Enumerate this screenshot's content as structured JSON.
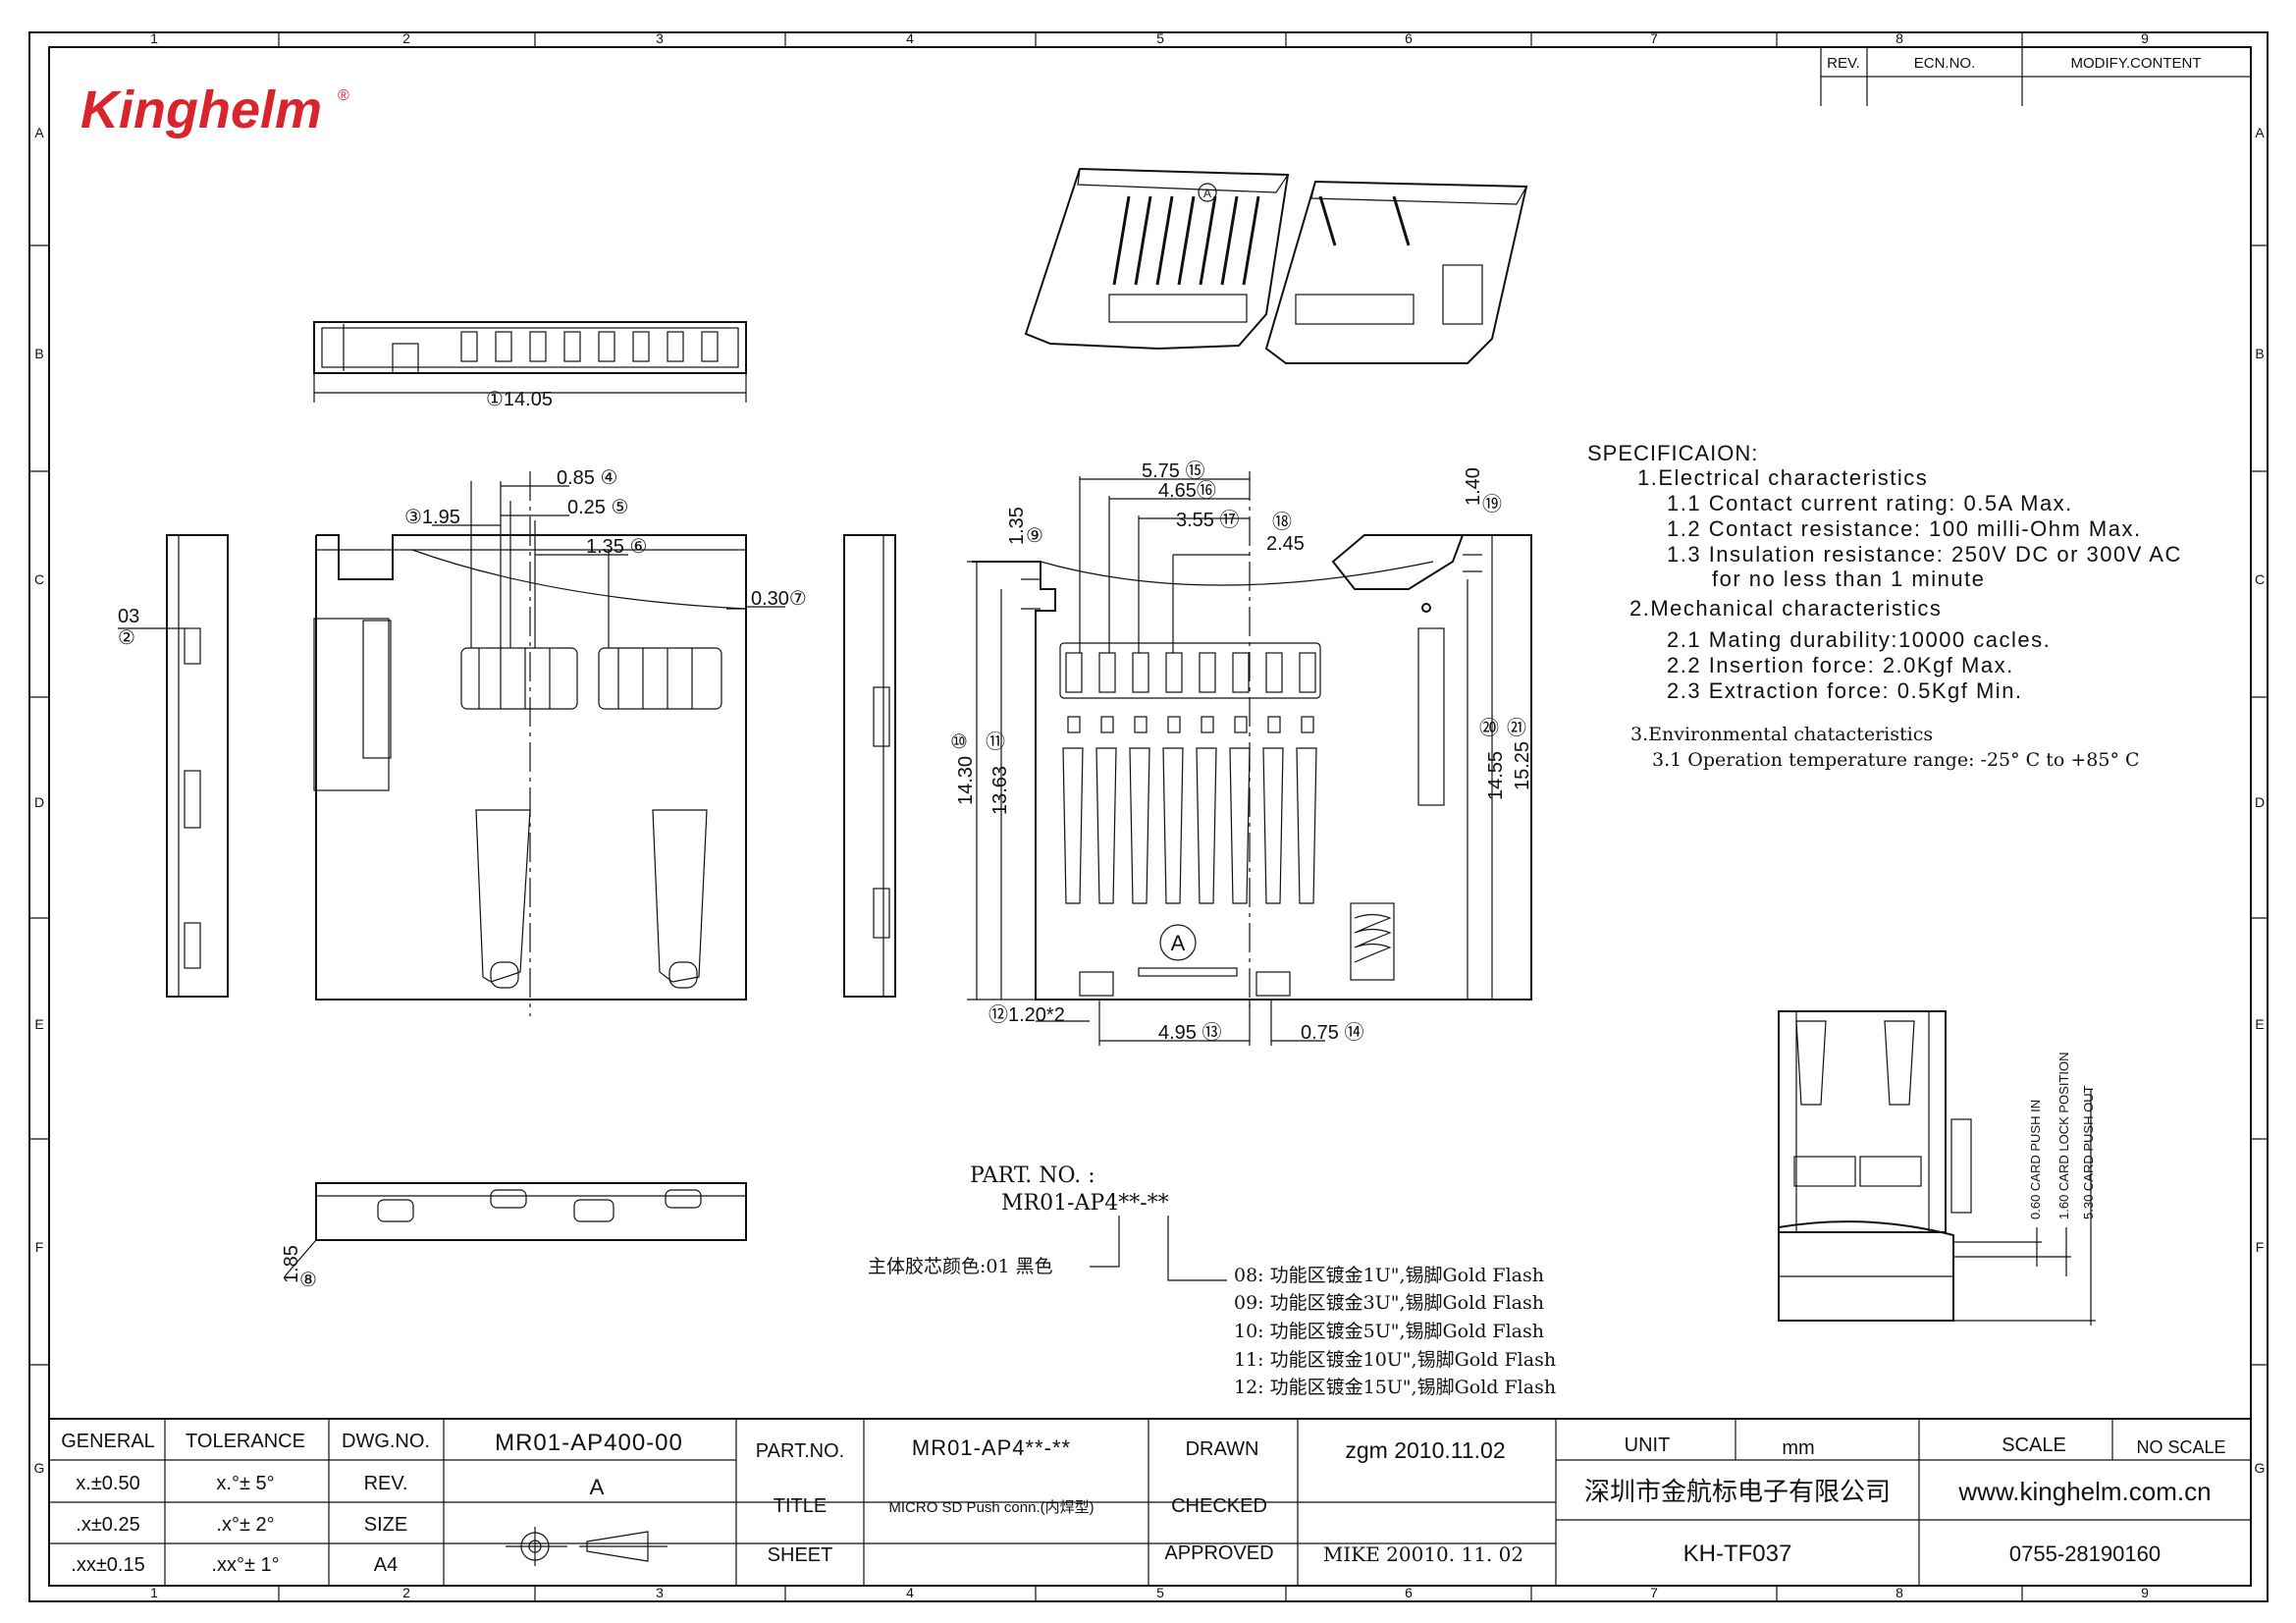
{
  "brand": {
    "logo_text": "Kinghelm",
    "logo_color": "#d9232d"
  },
  "frame": {
    "top_zones": [
      "1",
      "2",
      "3",
      "4",
      "5",
      "6",
      "7",
      "8",
      "9"
    ],
    "side_zones": [
      "A",
      "B",
      "C",
      "D",
      "E",
      "F",
      "G"
    ]
  },
  "revision_block": {
    "headers": [
      "REV.",
      "ECN.NO.",
      "MODIFY.CONTENT"
    ]
  },
  "dimensions": {
    "d1": "①14.05",
    "d2a": "03",
    "d2b": "②",
    "d3": "③1.95",
    "d4": "0.85 ④",
    "d5": "0.25 ⑤",
    "d6": "1.35 ⑥",
    "d7": "0.30⑦",
    "d8a": "1.85",
    "d8b": "⑧",
    "d9a": "1.35",
    "d9b": "⑨",
    "d10a": "14.30",
    "d10b": "⑩",
    "d11a": "13.63",
    "d11b": "⑪",
    "d12": "⑫1.20*2",
    "d13": "4.95 ⑬",
    "d14": "0.75 ⑭",
    "d15": "5.75 ⑮",
    "d16": "4.65⑯",
    "d17": "3.55 ⑰",
    "d18a": "⑱",
    "d18b": "2.45",
    "d19a": "1.40",
    "d19b": "⑲",
    "d20a": "14.55",
    "d20b": "⑳",
    "d21a": "15.25",
    "d21b": "㉑",
    "marker_a": "A",
    "marker_a2": "A"
  },
  "side_labels": [
    "0.60 CARD PUSH IN",
    "1.60 CARD LOCK POSITION",
    "5.30 CARD PUSH OUT"
  ],
  "spec": {
    "title": "SPECIFICAION:",
    "lines": [
      "1.Electrical characteristics",
      "1.1 Contact current rating: 0.5A Max.",
      "1.2 Contact resistance: 100 milli-Ohm Max.",
      "1.3 Insulation resistance: 250V DC or 300V AC",
      "for no less than 1 minute",
      "2.Mechanical characteristics",
      "2.1 Mating durability:10000 cacles.",
      "2.2 Insertion force: 2.0Kgf Max.",
      "2.3 Extraction force: 0.5Kgf Min."
    ],
    "env_title": "3.Environmental chatacteristics",
    "env_line": "3.1 Operation temperature range: -25° C to +85° C"
  },
  "part_no": {
    "label": "PART. NO. :",
    "code": "MR01-AP4**-**",
    "color_note": "主体胶芯颜色:01 黑色",
    "options": [
      "08: 功能区镀金1U\",锡脚Gold Flash",
      "09: 功能区镀金3U\",锡脚Gold Flash",
      "10: 功能区镀金5U\",锡脚Gold Flash",
      "11: 功能区镀金10U\",锡脚Gold Flash",
      "12: 功能区镀金15U\",锡脚Gold Flash"
    ]
  },
  "title_block": {
    "general": "GENERAL",
    "tolerance": "TOLERANCE",
    "tol_rows": [
      [
        "x.±0.50",
        "x.°± 5°"
      ],
      [
        ".x±0.25",
        ".x°± 2°"
      ],
      [
        ".xx±0.15",
        ".xx°± 1°"
      ]
    ],
    "dwg_no_label": "DWG.NO.",
    "dwg_no": "MR01-AP400-00",
    "rev_label": "REV.",
    "rev": "A",
    "size_label": "SIZE",
    "size": "A4",
    "part_no_label": "PART.NO.",
    "part_no": "MR01-AP4**-**",
    "title_label": "TITLE",
    "title": "MICRO SD Push conn.(内焊型)",
    "sheet_label": "SHEET",
    "drawn_label": "DRAWN",
    "drawn": "zgm  2010.11.02",
    "checked_label": "CHECKED",
    "approved_label": "APPROVED",
    "approved": "MIKE   20010. 11. 02",
    "unit_label": "UNIT",
    "unit": "mm",
    "scale_label": "SCALE",
    "scale": "NO SCALE",
    "company": "深圳市金航标电子有限公司",
    "website": "www.kinghelm.com.cn",
    "doc_no": "KH-TF037",
    "phone": "0755-28190160"
  }
}
